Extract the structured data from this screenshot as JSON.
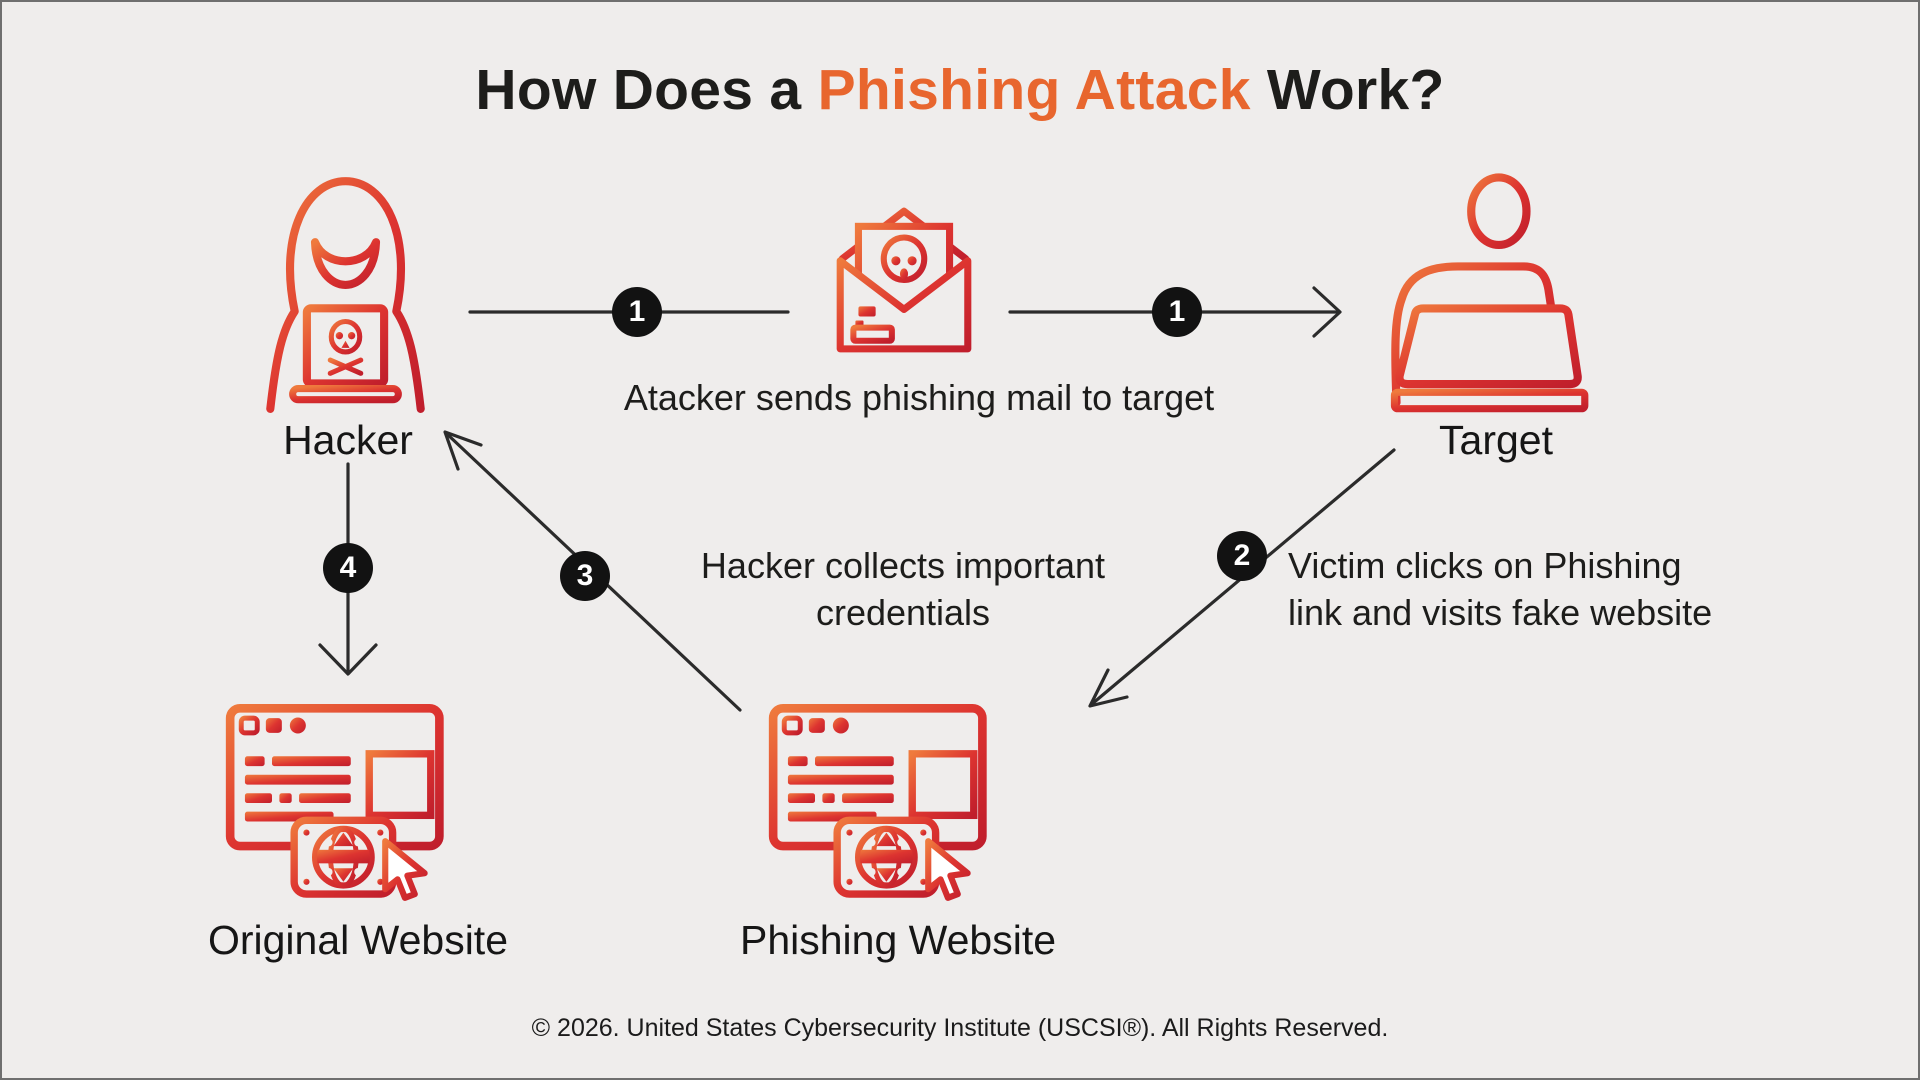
{
  "title": {
    "prefix": "How Does a",
    "highlight": "Phishing Attack",
    "suffix": "Work?"
  },
  "nodes": {
    "hacker": {
      "label": "Hacker",
      "icon": "hooded-hacker-with-laptop-icon"
    },
    "email": {
      "icon": "phishing-email-skull-icon"
    },
    "target": {
      "label": "Target",
      "icon": "person-at-computer-icon"
    },
    "original_website": {
      "label": "Original Website",
      "icon": "browser-window-globe-cursor-icon"
    },
    "phishing_website": {
      "label": "Phishing Website",
      "icon": "browser-window-globe-cursor-icon"
    }
  },
  "steps": [
    {
      "number": "1",
      "description": "Atacker sends phishing mail to target"
    },
    {
      "number": "2",
      "description": "Victim clicks on Phishing link and visits fake website"
    },
    {
      "number": "3",
      "description": "Hacker collects important credentials"
    },
    {
      "number": "4"
    }
  ],
  "footer": {
    "text": "© 2026. United States Cybersecurity Institute (USCSI®). All Rights Reserved."
  },
  "colors": {
    "background": "#efedec",
    "title_text": "#1d1d1b",
    "title_accent": "#e8662e",
    "icon_gradient": [
      "#ef7a3d",
      "#dd3430",
      "#c01e2c"
    ],
    "badge_background": "#121212",
    "badge_text": "#ffffff",
    "arrow": "#2b2b2b"
  }
}
